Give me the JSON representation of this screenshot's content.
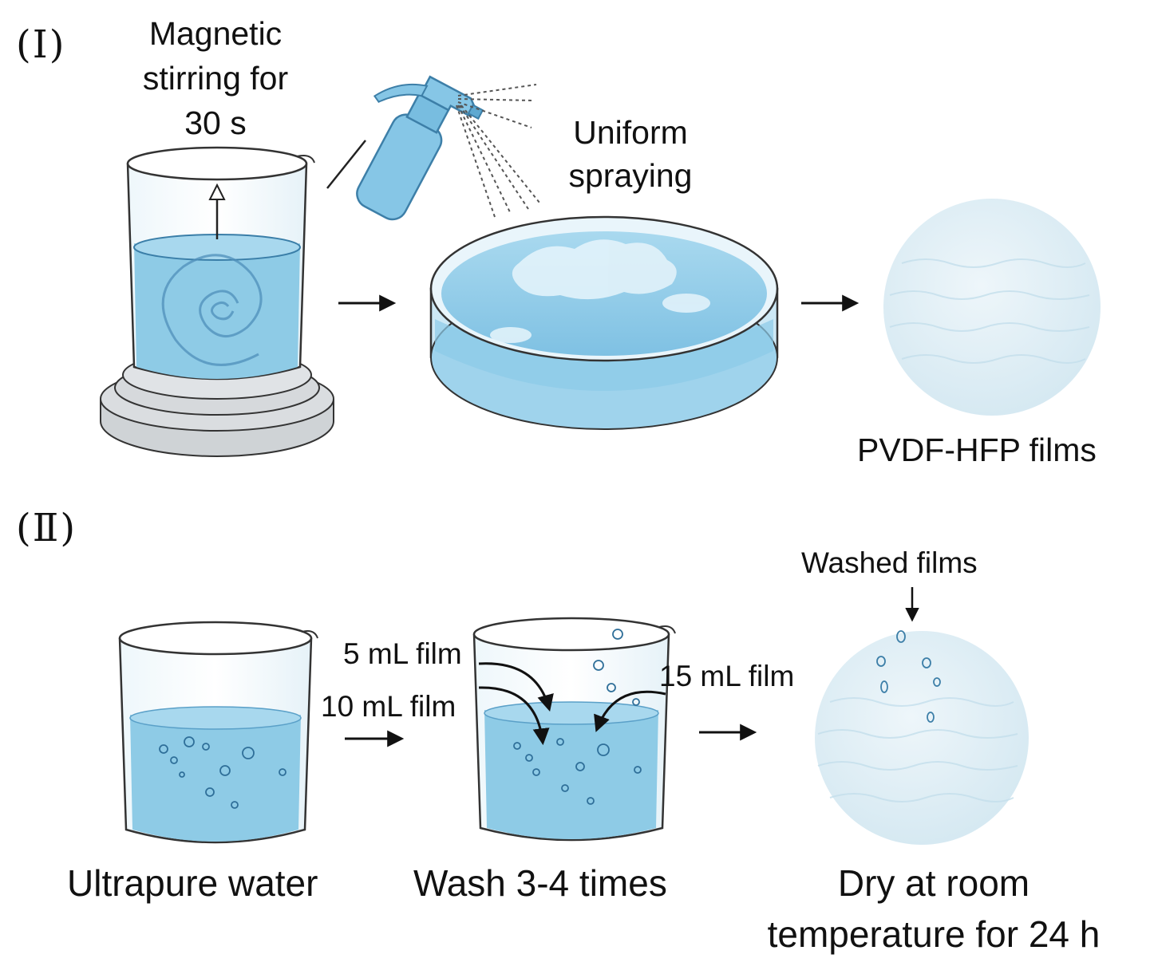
{
  "panel_1": {
    "label": "(Ⅰ)",
    "stir_label_line1": "Magnetic",
    "stir_label_line2": "stirring for",
    "stir_label_line3": "30 s",
    "spray_label_line1": "Uniform",
    "spray_label_line2": "spraying",
    "film_label": "PVDF-HFP films"
  },
  "panel_2": {
    "label": "(Ⅱ)",
    "water_label": "Ultrapure water",
    "wash_label": "Wash 3-4 times",
    "film_5": "5 mL film",
    "film_10": "10 mL film",
    "film_15": "15 mL film",
    "washed_label": "Washed films",
    "dry_label_line1": "Dry at room",
    "dry_label_line2": "temperature for 24 h"
  },
  "colors": {
    "water": "#8ecbe6",
    "water_dark": "#5aa9d1",
    "glass": "#f4fafd",
    "bottle": "#7cc0e2",
    "film": "#dcecf4",
    "plate": "#d3d6d9"
  }
}
